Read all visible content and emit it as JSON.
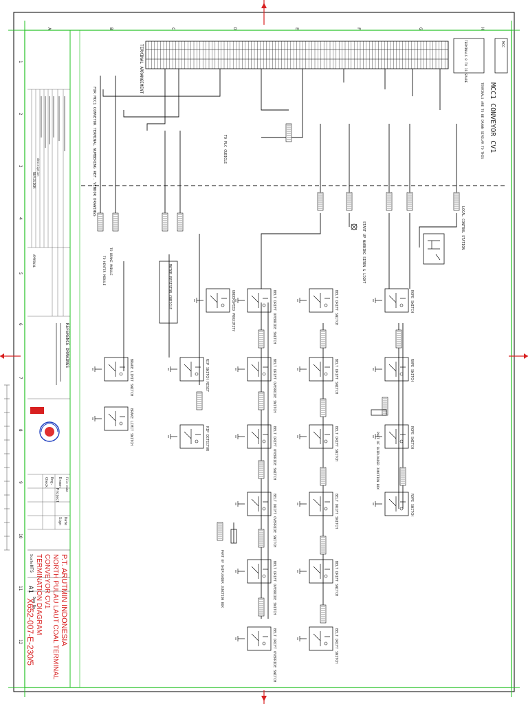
{
  "drawing": {
    "company": "P.T. ARUTMIN INDONESIA",
    "project": "NORTH PULAU LAUT COAL TERMINAL",
    "subtitle": "CONVEYOR CV1",
    "title": "TERMINATION DIAGRAM",
    "size": "A1",
    "scale_label": "Scale",
    "scale": "NTS",
    "dwg_no": "X652-007-E-230/5",
    "dwg_no_label": "Dwg No."
  },
  "panel": {
    "title": "MCC1 CONVEYOR CV1",
    "note": "TERMINALS ARE TO BE DRAWN SIMILAR TO THIS",
    "spare_label": "TERMINALS 8 TO 11 SPARE",
    "terminal_arrangement": "TERMINAL ARRANGEMENT",
    "mcc_tag": "MCC"
  },
  "notes": {
    "vendor": "FOR MCC1 CONVEYOR TERMINAL NUMBERING REF. VENDOR DRAWINGS",
    "plc": "TO PLC CUBICLE",
    "motor_resistor": "MOTOR RESISTOR CUBICLE",
    "local_control": "LOCAL CONTROL STATION",
    "warning_siren": "START UP WARNING SIREN & LIGHT",
    "brake_module": "TO BRAKE MODULE",
    "heater_module": "TO HEATER MODULE",
    "junction_1": "PART OF SHIPLOADER JUNCTION BOX",
    "junction_2": "PART OF SHIPLOADER JUNCTION BOX"
  },
  "devices": {
    "belt_drift": "BELT DRIFT SWITCH",
    "belt_drift_override": "BELT DRIFT OVERRIDE SWITCH",
    "rope_switch": "ROPE SWITCH",
    "ripper_detector": "RIP DETECTOR",
    "rip_switch_reset": "RIP SWITCH RESET",
    "brake_limit": "BRAKE LIMIT SWITCH",
    "underspeed": "UNDERSPEED PROXIMITY"
  },
  "title_block": {
    "drawn": "Drawn",
    "checked": "Check",
    "engineer": "Eng.",
    "project_eng": "Project",
    "approval": "APPROVAL",
    "sign": "Sign",
    "date": "Date",
    "file_name": "File name",
    "reference": "REFERENCE DRAWINGS",
    "revision": "REVISION",
    "description": "description"
  },
  "border": {
    "columns": [
      "1",
      "2",
      "3",
      "4",
      "5",
      "6",
      "7",
      "8",
      "9",
      "10",
      "11",
      "12"
    ],
    "rows": [
      "A",
      "B",
      "C",
      "D",
      "E",
      "F",
      "G",
      "H"
    ]
  },
  "colors": {
    "frame": "#22c022",
    "ink": "#111111",
    "brand": "#d82020",
    "logo": "#2040c0"
  }
}
